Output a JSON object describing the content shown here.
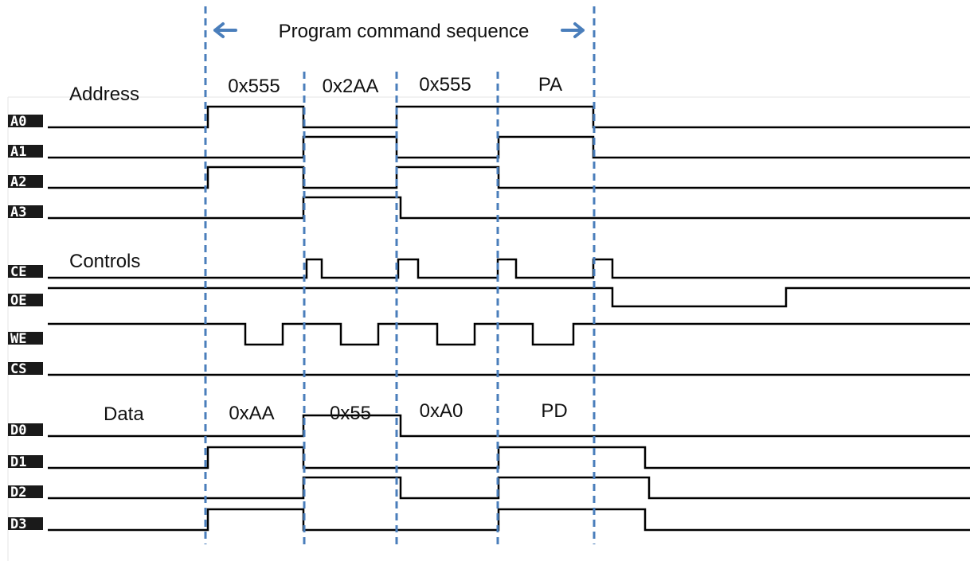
{
  "header": {
    "title": "Program command sequence"
  },
  "groups": [
    {
      "key": "address",
      "label": "Address"
    },
    {
      "key": "controls",
      "label": "Controls"
    },
    {
      "key": "data",
      "label": "Data"
    }
  ],
  "phases": {
    "address": [
      "0x555",
      "0x2AA",
      "0x555",
      "PA"
    ],
    "data": [
      "0xAA",
      "0x55",
      "0xA0",
      "PD"
    ]
  },
  "signals": [
    {
      "name": "A0",
      "group": "address"
    },
    {
      "name": "A1",
      "group": "address"
    },
    {
      "name": "A2",
      "group": "address"
    },
    {
      "name": "A3",
      "group": "address"
    },
    {
      "name": "CE",
      "group": "controls"
    },
    {
      "name": "OE",
      "group": "controls"
    },
    {
      "name": "WE",
      "group": "controls"
    },
    {
      "name": "CS",
      "group": "controls"
    },
    {
      "name": "D0",
      "group": "data"
    },
    {
      "name": "D1",
      "group": "data"
    },
    {
      "name": "D2",
      "group": "data"
    },
    {
      "name": "D3",
      "group": "data"
    }
  ],
  "colors": {
    "divider": "#4a7ebb",
    "trace": "#000000",
    "trace_high": "#555555",
    "label_box": "#1a1a1a"
  }
}
